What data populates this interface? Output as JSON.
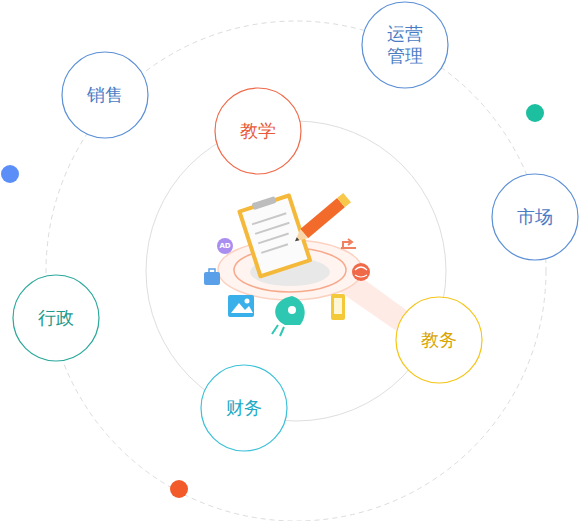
{
  "diagram": {
    "nodes": [
      {
        "text": [
          "运营 管理"
        ]
      },
      {
        "text": [
          "销售"
        ]
      },
      {
        "text": [
          "教学"
        ]
      },
      {
        "text": [
          "市场"
        ]
      },
      {
        "text": [
          "行政"
        ]
      },
      {
        "text": [
          "教务"
        ]
      },
      {
        "text": [
          "财务"
        ]
      }
    ],
    "labels": [
      "AD"
    ]
  }
}
